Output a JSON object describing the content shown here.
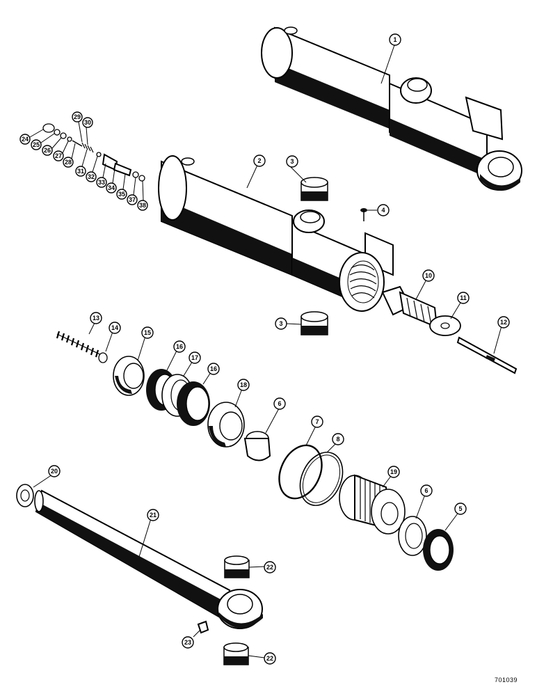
{
  "callouts": {
    "c1": "1",
    "c2": "2",
    "c3a": "3",
    "c3b": "3",
    "c4": "4",
    "c5": "5",
    "c6a": "6",
    "c6b": "6",
    "c7": "7",
    "c8": "8",
    "c10": "10",
    "c11": "11",
    "c12": "12",
    "c13": "13",
    "c14": "14",
    "c15": "15",
    "c16a": "16",
    "c16b": "16",
    "c17": "17",
    "c18": "18",
    "c19": "19",
    "c20": "20",
    "c21": "21",
    "c22a": "22",
    "c22b": "22",
    "c23": "23",
    "c24": "24",
    "c25": "25",
    "c26": "26",
    "c27": "27",
    "c28": "28",
    "c29": "29",
    "c30": "30",
    "c31": "31",
    "c32": "32",
    "c33": "33",
    "c34": "34",
    "c35": "35",
    "c37": "37",
    "c38": "38"
  },
  "catalog_number": "701039"
}
